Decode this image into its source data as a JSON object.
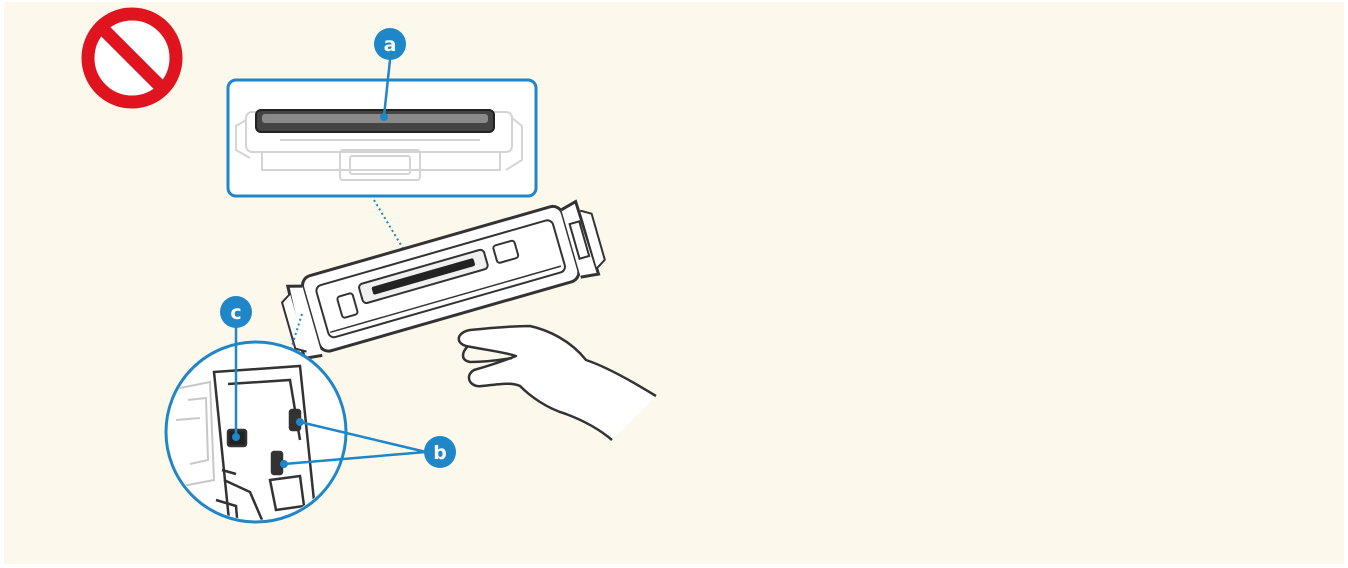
{
  "callouts": {
    "a": "a",
    "b": "b",
    "c": "c"
  },
  "colors": {
    "background": "#fdf8ec",
    "callout": "#1f86c8",
    "prohibited": "#e0141e",
    "outline": "#333333"
  },
  "icons": {
    "prohibited": "prohibited-icon",
    "hand": "hand-icon"
  }
}
